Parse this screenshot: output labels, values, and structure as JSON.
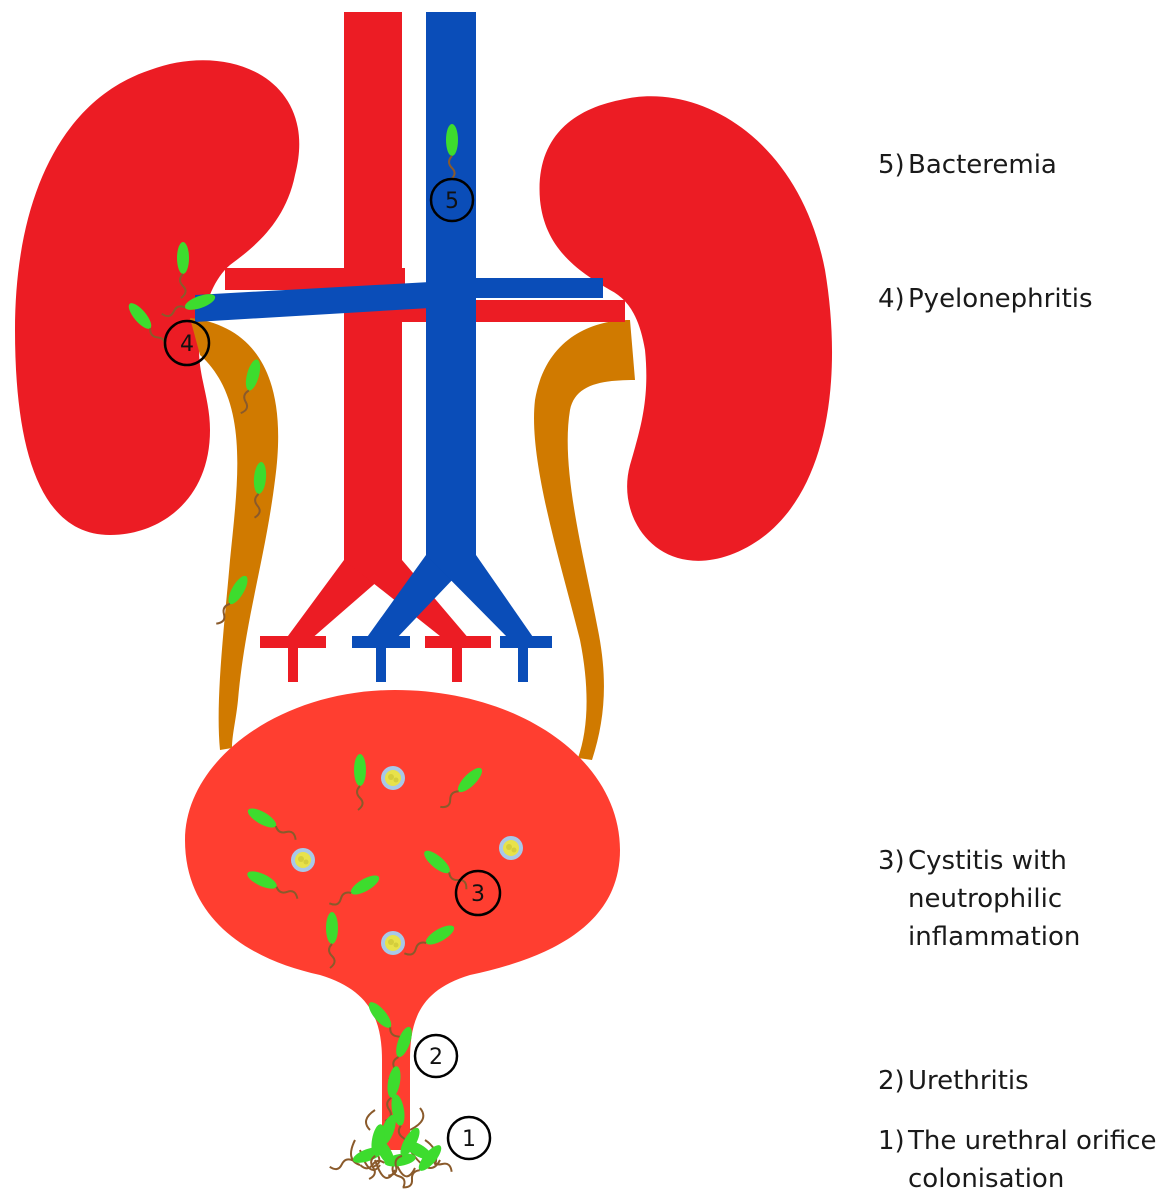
{
  "legend": {
    "stage5": {
      "num": "5)",
      "text": "Bacteremia"
    },
    "stage4": {
      "num": "4)",
      "text": "Pyelonephritis"
    },
    "stage3": {
      "num": "3)",
      "line1": "Cystitis with",
      "line2": "neutrophilic",
      "line3": "inflammation"
    },
    "stage2": {
      "num": "2)",
      "text": "Urethritis"
    },
    "stage1": {
      "num": "1)",
      "line1": "The urethral orifice",
      "line2": "colonisation"
    }
  },
  "markers": {
    "m1": "1",
    "m2": "2",
    "m3": "3",
    "m4": "4",
    "m5": "5"
  },
  "colors": {
    "kidney": "#ec1c24",
    "artery": "#ec1c24",
    "vein": "#0a4db8",
    "ureter": "#d07a00",
    "bladder": "#ff3e30",
    "bacterium": "#3ddc2e",
    "flagellum": "#8a5a2b",
    "neutrophil_ring": "#a8c8e8",
    "neutrophil_fill": "#e8e24a"
  }
}
